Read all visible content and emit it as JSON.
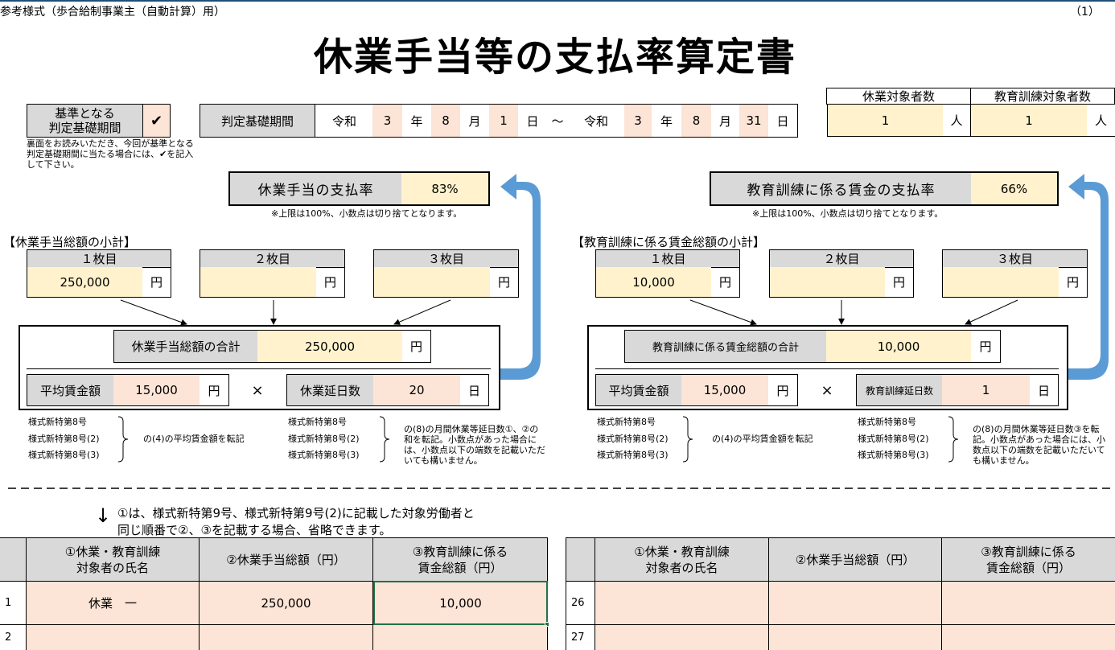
{
  "header": {
    "form_caption": "参考様式（歩合給制事業主（自動計算）用）",
    "page_number": "（1）",
    "title": "休業手当等の支払率算定書"
  },
  "basis": {
    "label": "基準となる\n判定基礎期間",
    "check": "✔",
    "note": "裏面をお読みいただき、今回が基準となる判定基礎期間に当たる場合には、✔を記入して下さい。"
  },
  "period": {
    "label": "判定基礎期間",
    "era_start": "令和",
    "start_year": "3",
    "year_unit": "年",
    "start_month": "8",
    "month_unit": "月",
    "start_day": "1",
    "day_unit": "日",
    "tilde": "～",
    "era_end": "令和",
    "end_year": "3",
    "end_month": "8",
    "end_day": "31"
  },
  "counts": {
    "leave_header": "休業対象者数",
    "leave_value": "1",
    "training_header": "教育訓練対象者数",
    "training_value": "1",
    "unit": "人"
  },
  "leave": {
    "rate_label": "休業手当の支払率",
    "rate_value": "83%",
    "rate_note": "※上限は100%、小数点は切り捨てとなります。",
    "subtotal_title": "【休業手当総額の小計】",
    "sheets": [
      {
        "label": "１枚目",
        "value": "250,000"
      },
      {
        "label": "２枚目",
        "value": ""
      },
      {
        "label": "３枚目",
        "value": ""
      }
    ],
    "yen": "円",
    "total_label": "休業手当総額の合計",
    "total_value": "250,000",
    "avg_label": "平均賃金額",
    "avg_value": "15,000",
    "times": "×",
    "days_label": "休業延日数",
    "days_value": "20",
    "day_unit": "日",
    "forms": [
      "様式新特第8号",
      "様式新特第8号(2)",
      "様式新特第8号(3)"
    ],
    "avg_note": "の(4)の平均賃金額を転記",
    "days_note": "の(8)の月間休業等延日数①、②の和を転記。小数点があった場合には、小数点以下の端数を記載いただいても構いません。"
  },
  "training": {
    "rate_label": "教育訓練に係る賃金の支払率",
    "rate_value": "66%",
    "rate_note": "※上限は100%、小数点は切り捨てとなります。",
    "subtotal_title": "【教育訓練に係る賃金総額の小計】",
    "sheets": [
      {
        "label": "１枚目",
        "value": "10,000"
      },
      {
        "label": "２枚目",
        "value": ""
      },
      {
        "label": "３枚目",
        "value": ""
      }
    ],
    "yen": "円",
    "total_label": "教育訓練に係る賃金総額の合計",
    "total_value": "10,000",
    "avg_label": "平均賃金額",
    "avg_value": "15,000",
    "times": "×",
    "days_label": "教育訓練延日数",
    "days_value": "1",
    "day_unit": "日",
    "forms": [
      "様式新特第8号",
      "様式新特第8号(2)",
      "様式新特第8号(3)"
    ],
    "avg_note": "の(4)の平均賃金額を転記",
    "days_note": "の(8)の月間休業等延日数③を転記。小数点があった場合には、小数点以下の端数を記載いただいても構いません。"
  },
  "instruction": {
    "arrow": "↓",
    "line1": "①は、様式新特第9号、様式新特第9号(2)に記載した対象労働者と",
    "line2": "同じ順番で②、③を記載する場合、省略できます。"
  },
  "table_left": {
    "headers": [
      "①休業・教育訓練\n対象者の氏名",
      "②休業手当総額（円）",
      "③教育訓練に係る\n賃金総額（円）"
    ],
    "rows": [
      {
        "num": "1",
        "name": "休業　一",
        "leave_total": "250,000",
        "training_total": "10,000"
      },
      {
        "num": "2",
        "name": "",
        "leave_total": "",
        "training_total": ""
      }
    ]
  },
  "table_right": {
    "headers": [
      "①休業・教育訓練\n対象者の氏名",
      "②休業手当総額（円）",
      "③教育訓練に係る\n賃金総額（円）"
    ],
    "rows": [
      {
        "num": "26",
        "name": "",
        "leave_total": "",
        "training_total": ""
      },
      {
        "num": "27",
        "name": "",
        "leave_total": "",
        "training_total": ""
      }
    ]
  },
  "colors": {
    "cream": "#fff2cc",
    "peach": "#fce4d6",
    "gray": "#d9d9d9",
    "arrow_blue": "#5b9bd5",
    "selected_cell": "#217346"
  }
}
